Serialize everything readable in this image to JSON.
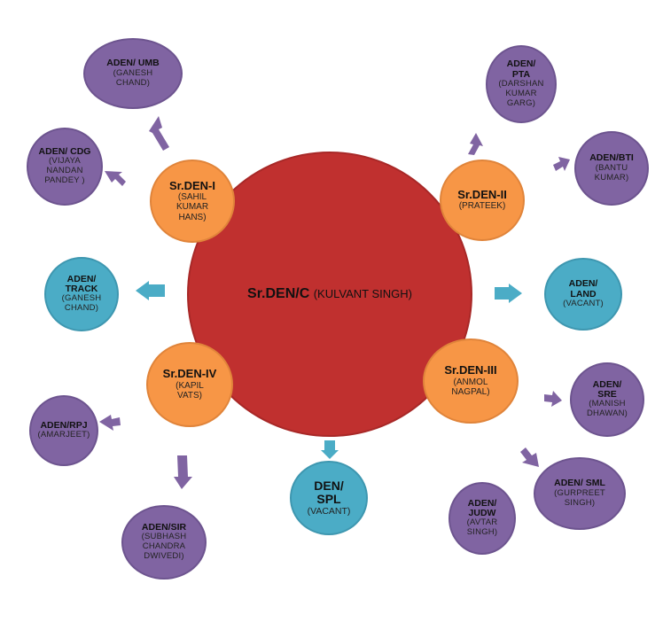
{
  "colors": {
    "center": "#c0302f",
    "sr_den": "#f79646",
    "aden": "#8064a2",
    "track_land_spl": "#4bacc6",
    "arrow_purple": "#8064a2",
    "arrow_teal": "#4bacc6"
  },
  "center": {
    "title": "Sr.DEN/C",
    "name": "(KULVANT SINGH)"
  },
  "sr_den_1": {
    "title": "Sr.DEN-I",
    "name": "(SAHIL\nKUMAR\nHANS)"
  },
  "sr_den_2": {
    "title": "Sr.DEN-II",
    "name": "(PRATEEK)"
  },
  "sr_den_3": {
    "title": "Sr.DEN-III",
    "name": "(ANMOL\nNAGPAL)"
  },
  "sr_den_4": {
    "title": "Sr.DEN-IV",
    "name": "(KAPIL\nVATS)"
  },
  "aden_umb": {
    "title": "ADEN/ UMB",
    "name": "(GANESH\nCHAND)"
  },
  "aden_cdg": {
    "title": "ADEN/ CDG",
    "name": "(VIJAYA\nNANDAN\nPANDEY )"
  },
  "aden_pta": {
    "title": "ADEN/\nPTA",
    "name": "(DARSHAN\nKUMAR\nGARG)"
  },
  "aden_bti": {
    "title": "ADEN/BTI",
    "name": "(BANTU\nKUMAR)"
  },
  "aden_track": {
    "title": "ADEN/\nTRACK",
    "name": "(GANESH\nCHAND)"
  },
  "aden_land": {
    "title": "ADEN/\nLAND",
    "name": "(VACANT)"
  },
  "aden_sre": {
    "title": "ADEN/\nSRE",
    "name": "(MANISH\nDHAWAN)"
  },
  "aden_sml": {
    "title": "ADEN/ SML",
    "name": "(GURPREET\nSINGH)"
  },
  "aden_judw": {
    "title": "ADEN/\nJUDW",
    "name": "(AVTAR\nSINGH)"
  },
  "aden_rpj": {
    "title": "ADEN/RPJ",
    "name": "(AMARJEET)"
  },
  "aden_sir": {
    "title": "ADEN/SIR",
    "name": "(SUBHASH\nCHANDRA\nDWIVEDI)"
  },
  "den_spl": {
    "title": "DEN/\nSPL",
    "name": "(VACANT)"
  }
}
